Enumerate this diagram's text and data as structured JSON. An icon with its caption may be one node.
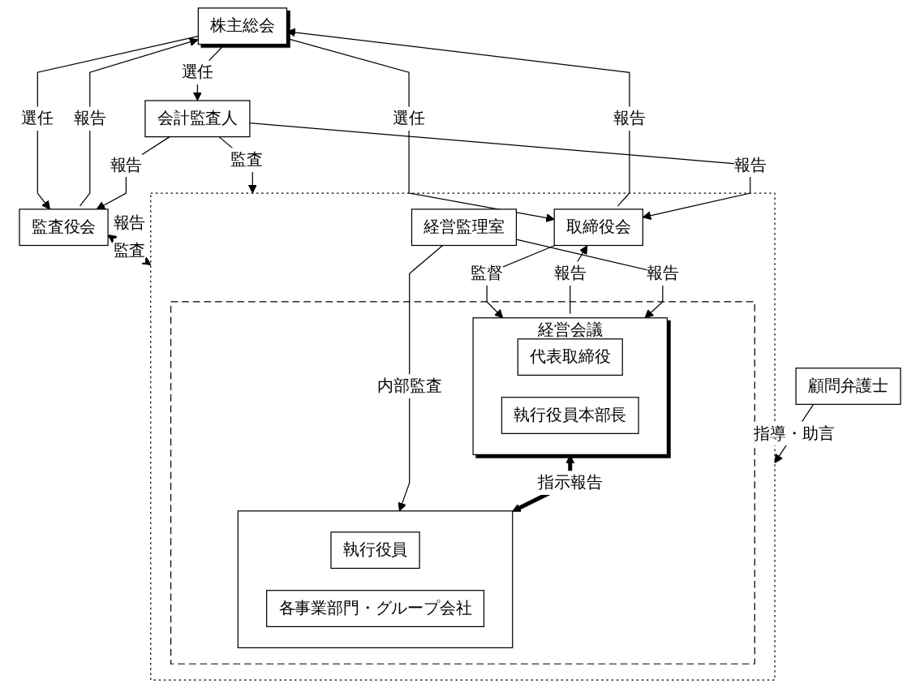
{
  "diagram": {
    "nodes": [
      {
        "text": [
          "株主総会"
        ]
      },
      {
        "text": [
          "会計監査人"
        ]
      },
      {
        "text": [],
        "shape": "box"
      },
      {
        "text": [
          "取締役会"
        ],
        "in": 2
      },
      {
        "text": [
          "経営監理室"
        ],
        "in": 2
      },
      {
        "text": [],
        "shape": "box",
        "in": 2
      },
      {
        "text": [
          "経営会議"
        ],
        "in": 5
      },
      {
        "text": [
          "代表取締役"
        ],
        "in": 6
      },
      {
        "text": [
          "執行役員本部長"
        ],
        "in": 6
      },
      {
        "text": [],
        "shape": "box",
        "in": 5
      },
      {
        "text": [
          "執行役員"
        ],
        "in": 9
      },
      {
        "text": [
          "各事業部門・グループ会社"
        ],
        "in": 9
      },
      {
        "text": [
          "監査役会"
        ]
      },
      {
        "text": [
          "顧問弁護士"
        ]
      }
    ],
    "edges": [
      {
        "from": 0,
        "to": 1,
        "arrow": "to",
        "label": "選任"
      },
      {
        "from": 0,
        "to": 3,
        "arrow": "to",
        "label": "選任"
      },
      {
        "from": 3,
        "to": 0,
        "arrow": "to",
        "label": "報告"
      },
      {
        "from": 0,
        "to": 12,
        "arrow": "to",
        "label": "選任"
      },
      {
        "from": 12,
        "to": 0,
        "arrow": "to",
        "label": "報告"
      },
      {
        "from": 1,
        "to": 12,
        "arrow": "to",
        "label": "報告"
      },
      {
        "from": 1,
        "to": 3,
        "arrow": "to",
        "label": "報告"
      },
      {
        "from": 1,
        "to": 2,
        "arrow": "to",
        "label": "監査"
      },
      {
        "from": 12,
        "to": 2,
        "arrow": "to",
        "label": "監査"
      },
      {
        "from": 2,
        "to": 12,
        "arrow": "to",
        "label": "報告"
      },
      {
        "from": 3,
        "to": 6,
        "arrow": "to",
        "label": "監督"
      },
      {
        "from": 6,
        "to": 3,
        "arrow": "to",
        "label": "報告"
      },
      {
        "from": 4,
        "to": 6,
        "arrow": "to",
        "label": "報告"
      },
      {
        "from": 4,
        "to": 9,
        "arrow": "to",
        "label": "内部監査"
      },
      {
        "from": 6,
        "to": 9,
        "arrow": "both",
        "label": "指示報告",
        "style": "thick"
      },
      {
        "from": 13,
        "to": 2,
        "arrow": "to",
        "label": "指導・助言"
      }
    ]
  }
}
